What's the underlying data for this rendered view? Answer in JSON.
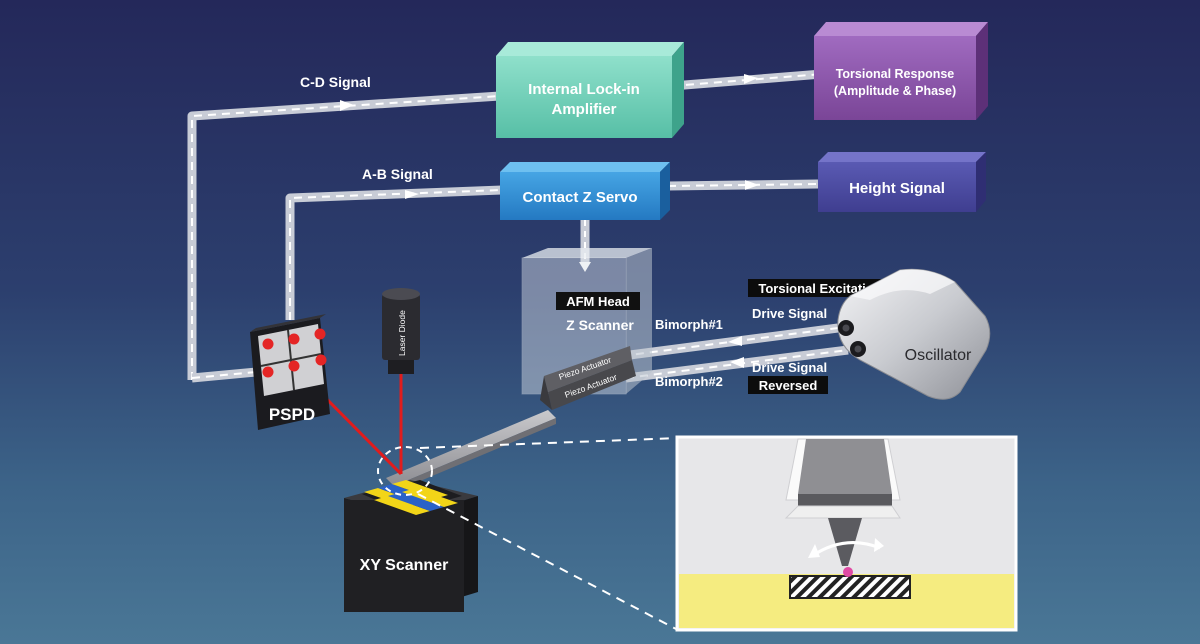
{
  "signals": {
    "cd": "C-D Signal",
    "ab": "A-B Signal",
    "bimorph1": "Bimorph#1",
    "bimorph2": "Bimorph#2",
    "drive1": "Drive Signal",
    "drive2": "Drive Signal"
  },
  "boxes": {
    "lockin_line1": "Internal Lock-in",
    "lockin_line2": "Amplifier",
    "torsional_line1": "Torsional Response",
    "torsional_line2": "(Amplitude & Phase)",
    "zservo": "Contact Z Servo",
    "height": "Height Signal"
  },
  "head": {
    "afm_head": "AFM Head",
    "z_scanner": "Z Scanner",
    "piezo1": "Piezo Actuator",
    "piezo2": "Piezo Actuator"
  },
  "tags": {
    "torsional_excitation": "Torsional Excitation",
    "reversed": "Reversed"
  },
  "components": {
    "oscillator": "Oscillator",
    "laser_diode": "Laser Diode",
    "pspd": "PSPD",
    "xy_scanner": "XY Scanner"
  },
  "colors": {
    "lockin": "#6fcfb7",
    "torsional": "#8a55a8",
    "zservo": "#2f8fd3",
    "height": "#4b4aa0",
    "laser": "#e11c1c",
    "pspd_dot": "#e42525",
    "sample": "#f5ec80",
    "contact_point": "#e04aa4"
  }
}
